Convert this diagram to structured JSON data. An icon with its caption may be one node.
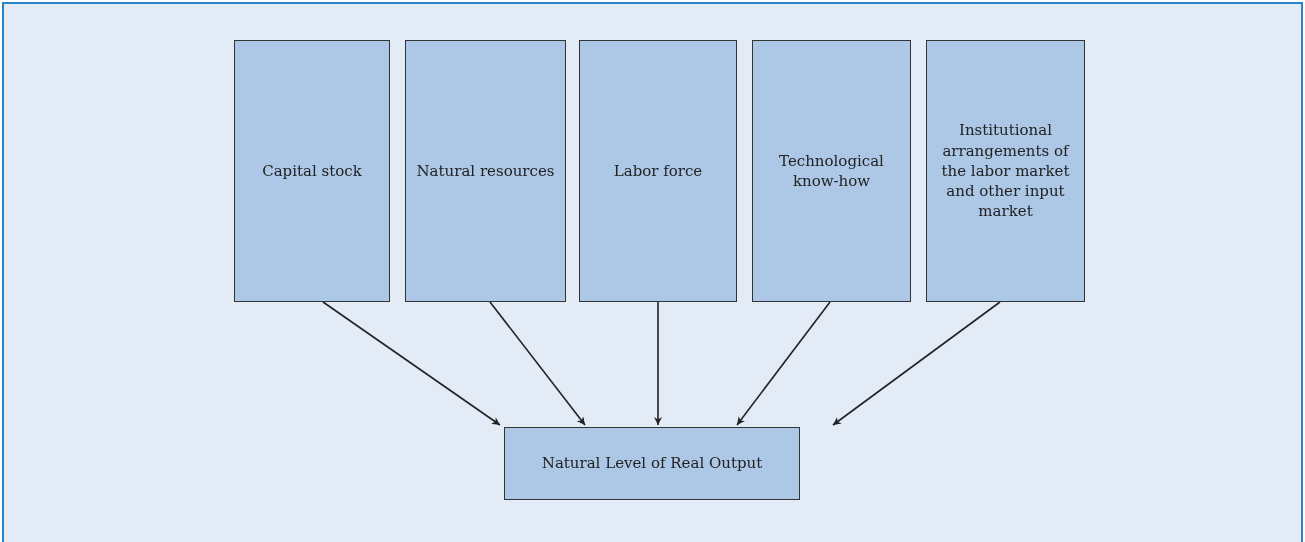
{
  "diagram": {
    "nodes": [
      {
        "text": [
          "Capital stock"
        ]
      },
      {
        "text": [
          "Natural resources"
        ]
      },
      {
        "text": [
          "Labor force"
        ]
      },
      {
        "text": [
          "Technological know-how"
        ]
      },
      {
        "text": [
          "Institutional arrangements of the labor market and other input market"
        ]
      },
      {
        "text": [
          "Natural Level of Real Output"
        ]
      }
    ],
    "edges": [
      {
        "from": 0,
        "to": 5,
        "arrow": "to"
      },
      {
        "from": 1,
        "to": 5,
        "arrow": "to"
      },
      {
        "from": 2,
        "to": 5,
        "arrow": "to"
      },
      {
        "from": 3,
        "to": 5,
        "arrow": "to"
      },
      {
        "from": 4,
        "to": 5,
        "arrow": "to"
      }
    ]
  }
}
